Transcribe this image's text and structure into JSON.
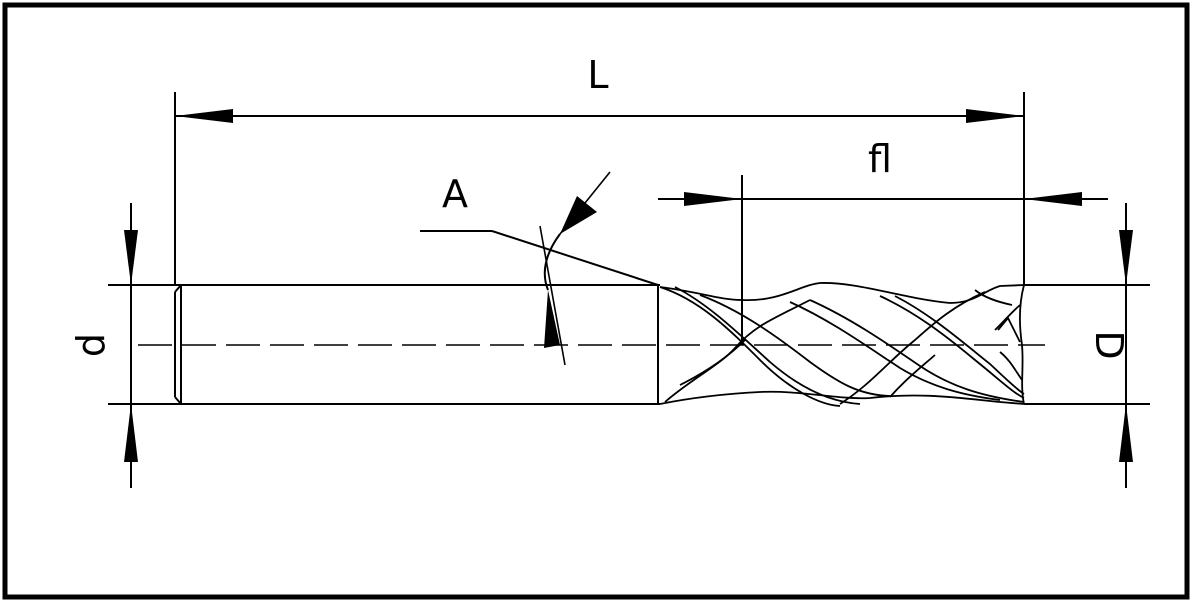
{
  "dimension_labels": {
    "overall_length": "L",
    "flute_length": "fl",
    "helix_angle": "A",
    "shank_diameter": "d",
    "cutter_diameter": "D"
  },
  "colors": {
    "line": "#000000",
    "background": "#ffffff"
  }
}
